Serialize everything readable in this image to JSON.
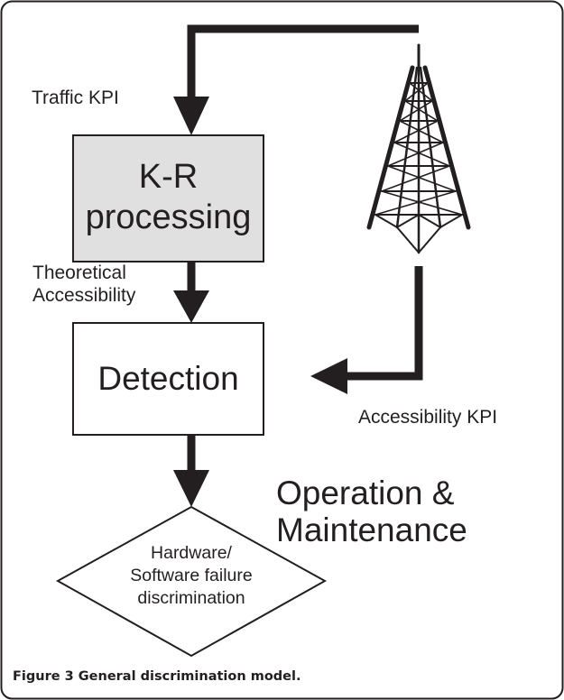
{
  "labels": {
    "traffic_kpi": "Traffic KPI",
    "kr_line1": "K-R",
    "kr_line2": "processing",
    "theoretical_line1": "Theoretical",
    "theoretical_line2": "Accessibility",
    "detection": "Detection",
    "accessibility_kpi": "Accessibility KPI",
    "om_line1": "Operation &",
    "om_line2": "Maintenance",
    "diamond_line1": "Hardware/",
    "diamond_line2": "Software failure",
    "diamond_line3": "discrimination"
  },
  "caption": {
    "figure_label": "Figure 3",
    "text": "General discrimination model."
  },
  "icons": {
    "tower": "radio-tower-icon"
  },
  "colors": {
    "frame": "#231f20",
    "arrow": "#231f20",
    "kr_box_fill": "#e0e0e0",
    "text": "#231f20"
  }
}
